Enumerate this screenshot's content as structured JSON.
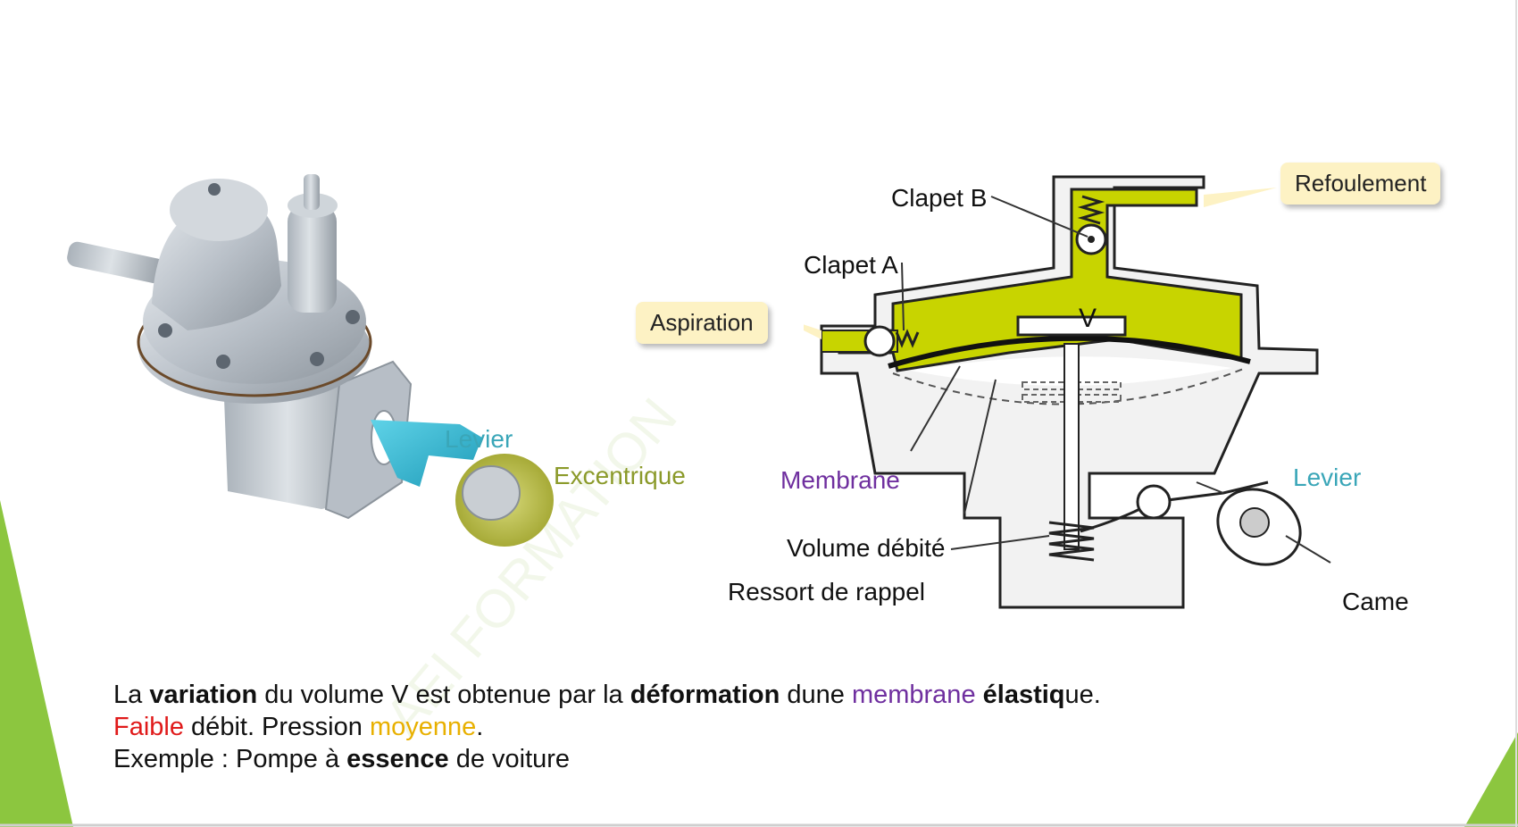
{
  "pump_labels": {
    "levier": "Levier",
    "excentrique": "Excentrique"
  },
  "diagram_labels": {
    "clapet_b": "Clapet B",
    "clapet_a": "Clapet A",
    "aspiration": "Aspiration",
    "refoulement": "Refoulement",
    "membrane": "Membrane",
    "levier": "Levier",
    "volume_debite": "Volume débité",
    "ressort_de_rappel": "Ressort de rappel",
    "came": "Came",
    "v": "V"
  },
  "watermark": "AEI FORMATION",
  "text": {
    "line1": {
      "p1": "La ",
      "variation": "variation",
      "p2": " du volume V est obtenue par la ",
      "deformation": "déformation",
      "p3": " dune ",
      "membrane": "membrane",
      "p4": " ",
      "elastiq": "élastiq",
      "p5": "ue."
    },
    "line2": {
      "faible": "Faible",
      "p1": " débit. Pression ",
      "moyenne": "moyenne",
      "p2": "."
    },
    "line3": {
      "p1": "Exemple : Pompe à ",
      "essence": "essence",
      "p2": " de voiture"
    }
  },
  "colors": {
    "accent_green": "#8cc63f",
    "fluid_yellow": "#c8d400",
    "teal_label": "#3aa6b8",
    "olive_label": "#8b9a2a",
    "purple": "#6f2f9f",
    "red": "#e01a1a",
    "gold": "#e8b000",
    "callout_bg": "#fdf2c4"
  }
}
